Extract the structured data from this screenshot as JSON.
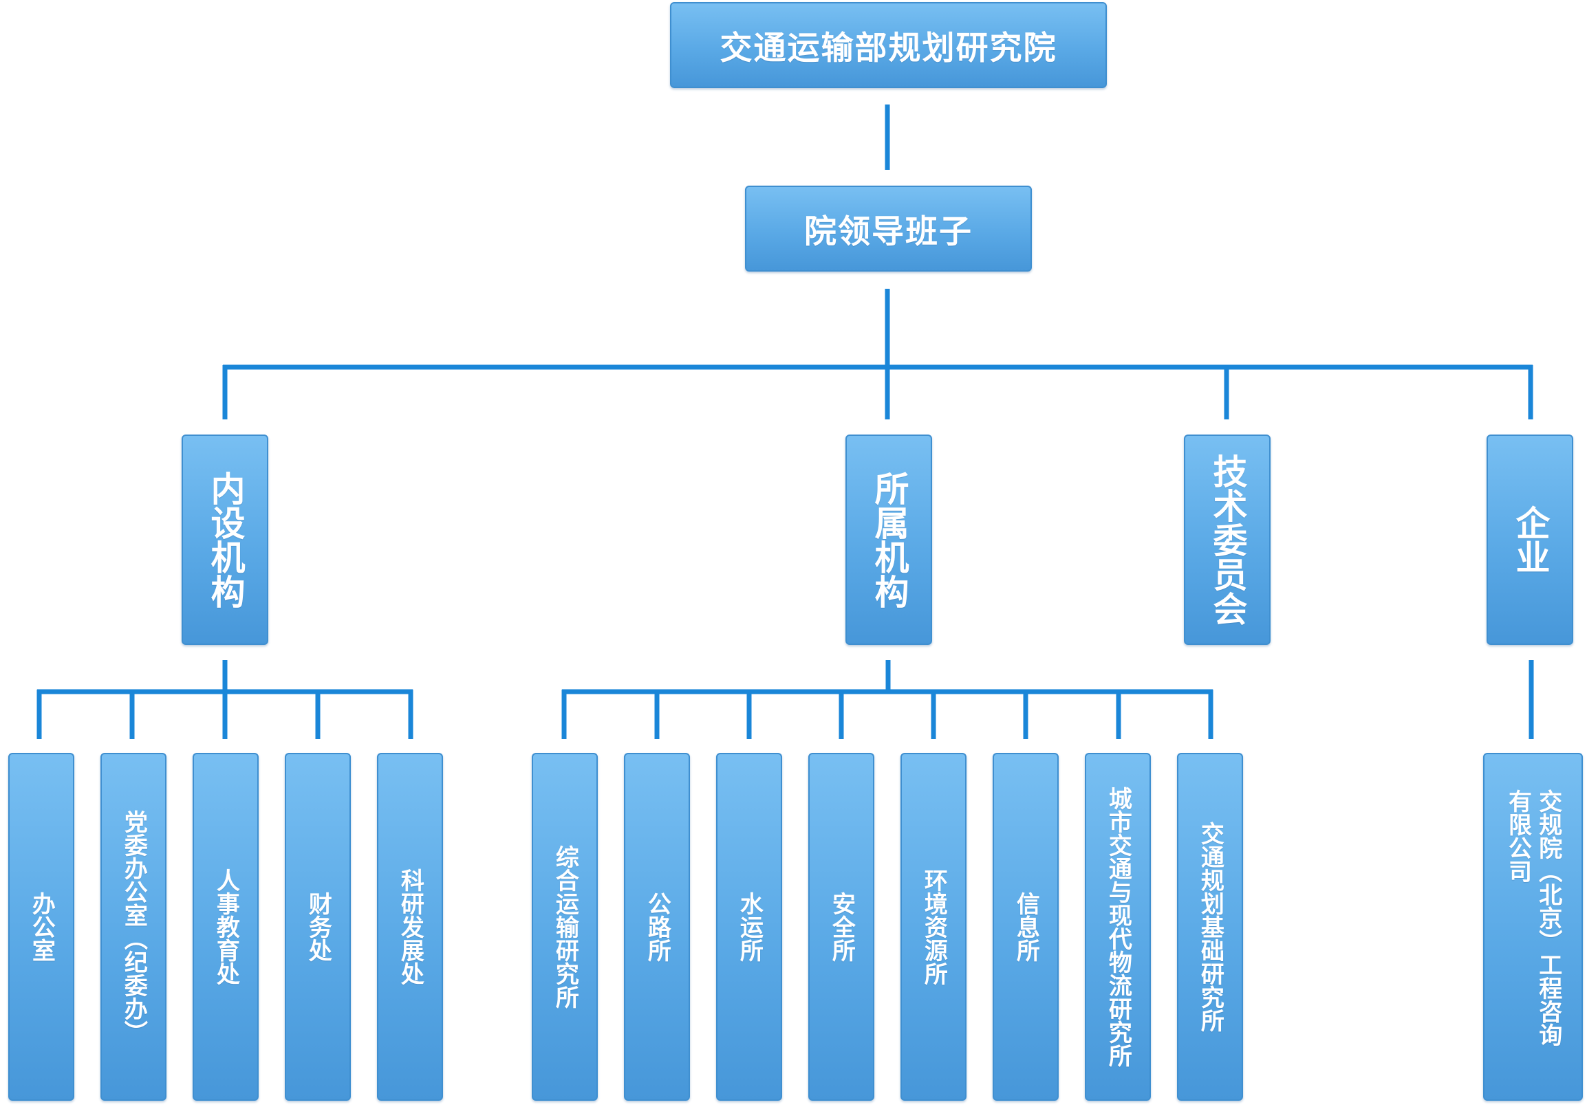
{
  "org": {
    "root": "交通运输部规划研究院",
    "leadership": "院领导班子",
    "groups": {
      "internal": "内设机构",
      "affiliated": "所属机构",
      "committee": "技术委员会",
      "enterprise": "企业"
    },
    "internal_units": {
      "office": "办公室",
      "party_office": "党委办公室（纪委办）",
      "hr": "人事教育处",
      "finance": "财务处",
      "research_dev": "科研发展处"
    },
    "affiliated_units": {
      "comprehensive": "综合运输研究所",
      "highway": "公路所",
      "waterway": "水运所",
      "safety": "安全所",
      "environment": "环境资源所",
      "information": "信息所",
      "urban": "城市交通与现代物流研究所",
      "basic": "交通规划基础研究所"
    },
    "enterprise_unit": "交规院（北京）工程咨询有限公司"
  },
  "colors": {
    "box_top": "#78bff2",
    "box_bottom": "#4797d9",
    "connector": "#1a86d8",
    "text": "#ffffff"
  }
}
